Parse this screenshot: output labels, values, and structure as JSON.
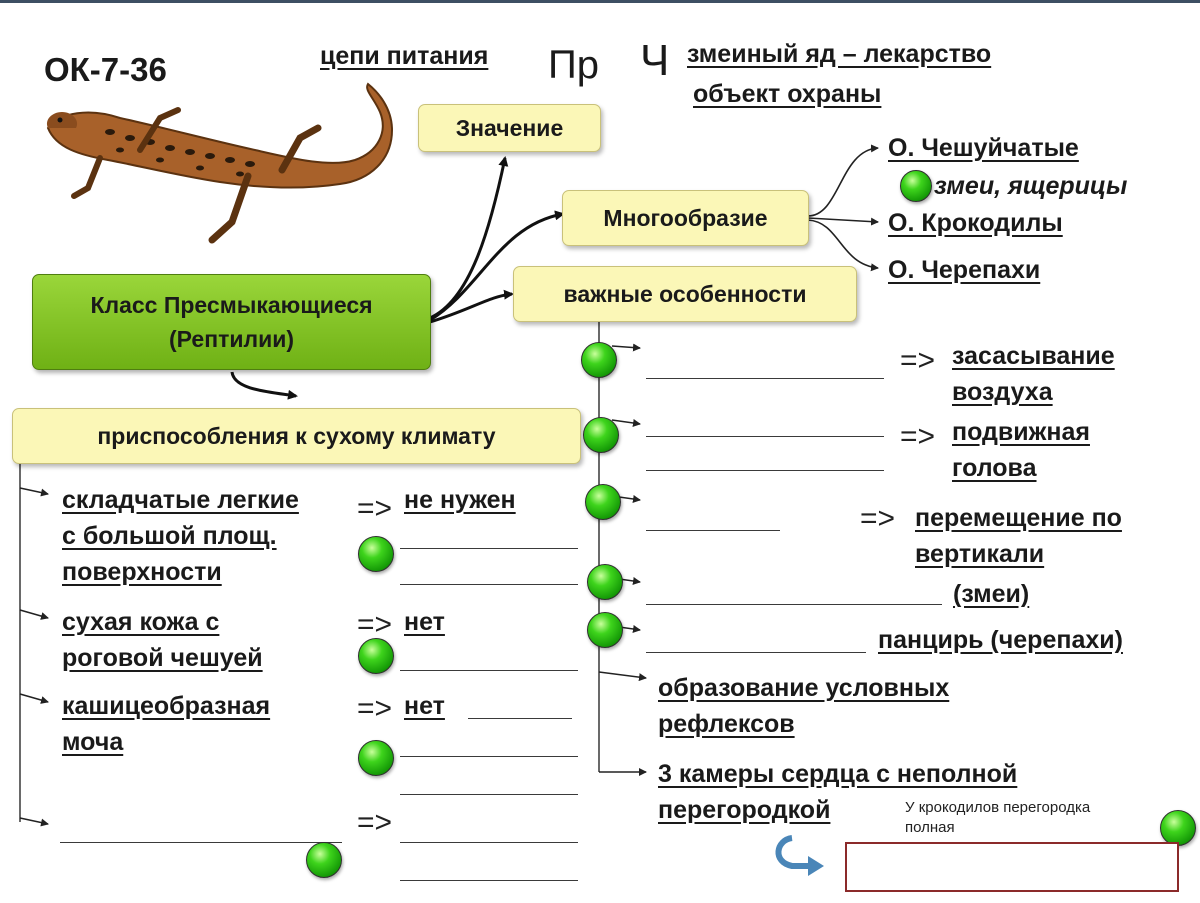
{
  "code": "ОК-7-36",
  "top": {
    "food_chains": "цепи питания",
    "pr": "Пр",
    "ch": "Ч",
    "venom": "змеиный яд – лекарство",
    "protection": "объект охраны"
  },
  "boxes": {
    "meaning": "Значение",
    "diversity": "Многообразие",
    "features": "важные особенности",
    "class_line1": "Класс Пресмыкающиеся",
    "class_line2": "(Рептилии)",
    "adaptations": "приспособления к сухому климату"
  },
  "orders": {
    "squamata": "О. Чешуйчатые",
    "squamata_sub": "змеи, ящерицы",
    "crocodiles": "О. Крокодилы",
    "turtles": "О. Черепахи"
  },
  "features": {
    "f1": [
      "засасывание",
      "воздуха"
    ],
    "f2": [
      "подвижная",
      "голова"
    ],
    "f3": [
      "перемещение по",
      "вертикали"
    ],
    "f3_sub": "(змеи)",
    "f4": "панцирь (черепахи)",
    "f5": [
      "образование условных",
      "рефлексов"
    ],
    "f6": [
      "3 камеры сердца с неполной",
      "перегородкой"
    ]
  },
  "adaptations": {
    "a1": [
      "складчатые легкие",
      "с большой площ.",
      "поверхности"
    ],
    "a1_result": "не нужен",
    "a2": [
      "сухая кожа с",
      "роговой чешуей"
    ],
    "a2_result": "нет",
    "a3": [
      "кашицеобразная",
      "моча"
    ],
    "a3_result": "нет"
  },
  "note": {
    "line1": "У крокодилов перегородка",
    "line2": "полная"
  },
  "implies": "=>",
  "colors": {
    "box_yellow": "#fbf7b7",
    "box_green": "#7fc22a",
    "dot_green": "#2fbf14",
    "answer_border": "#8b2a2a"
  }
}
